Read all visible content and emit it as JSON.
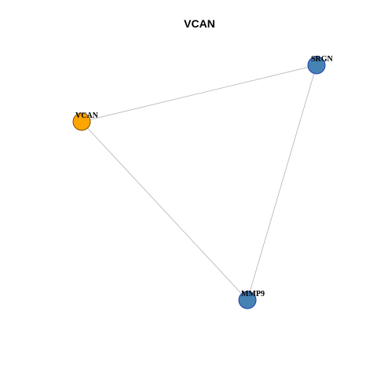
{
  "title": "VCAN",
  "colors": {
    "query_node_fill": "#FFA500",
    "query_node_stroke": "#7a5200",
    "partner_node_fill": "#4682B4",
    "partner_node_stroke": "#1f3fae",
    "edge": "#b3b3b3"
  },
  "nodes": [
    {
      "id": "VCAN",
      "label": "VCAN",
      "role": "query"
    },
    {
      "id": "SRGN",
      "label": "SRGN",
      "role": "partner"
    },
    {
      "id": "MMP9",
      "label": "MMP9",
      "role": "partner"
    }
  ],
  "edges": [
    {
      "source": "VCAN",
      "target": "SRGN"
    },
    {
      "source": "SRGN",
      "target": "MMP9"
    },
    {
      "source": "VCAN",
      "target": "MMP9"
    }
  ]
}
